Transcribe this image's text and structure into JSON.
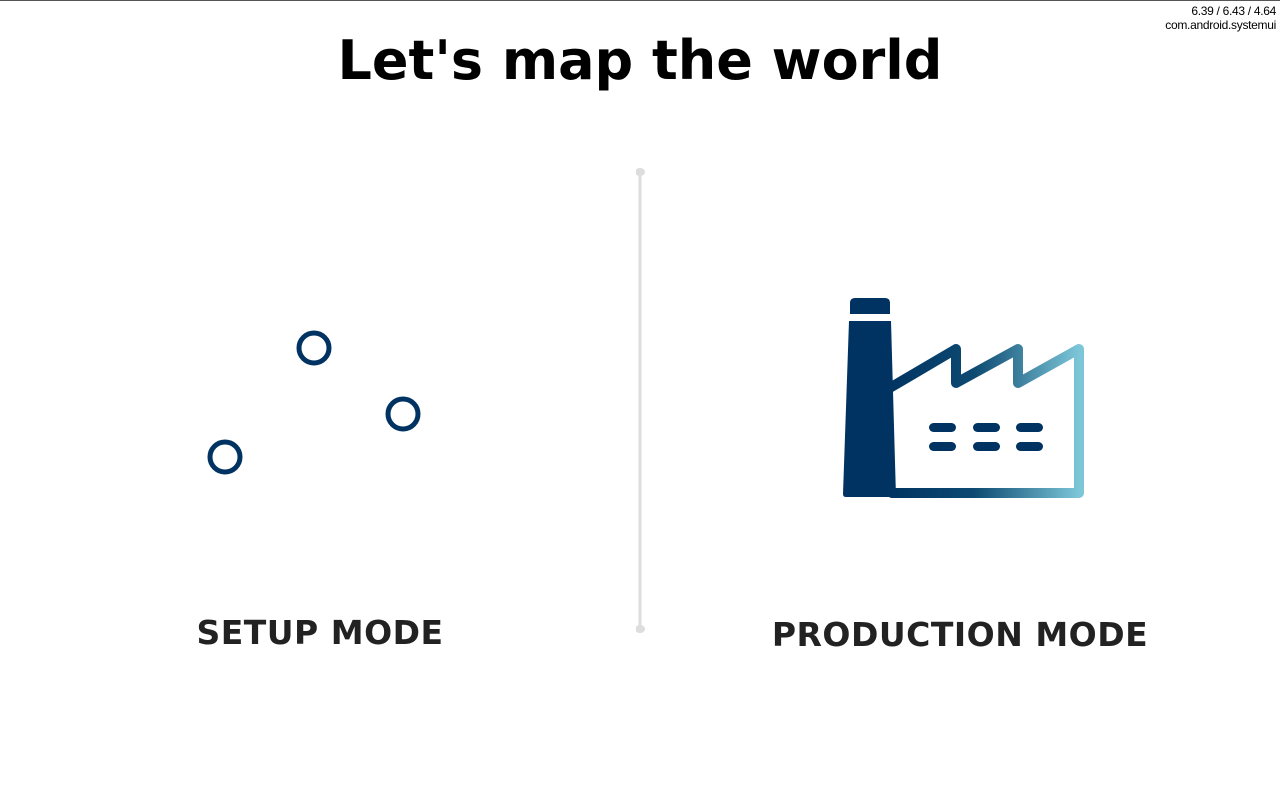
{
  "status_overlay": {
    "load_avg": "6.39 / 6.43 / 4.64",
    "process": "com.android.systemui"
  },
  "header": {
    "title": "Let's map the world"
  },
  "modes": {
    "setup": {
      "label": "SETUP MODE",
      "icon": "sliders-icon"
    },
    "production": {
      "label": "PRODUCTION MODE",
      "icon": "factory-icon"
    }
  },
  "colors": {
    "accent_dark": "#003361",
    "accent_light": "#7cc6d8",
    "track_dark": "#1a1a1a",
    "divider": "#dddddd",
    "label": "#222222"
  }
}
